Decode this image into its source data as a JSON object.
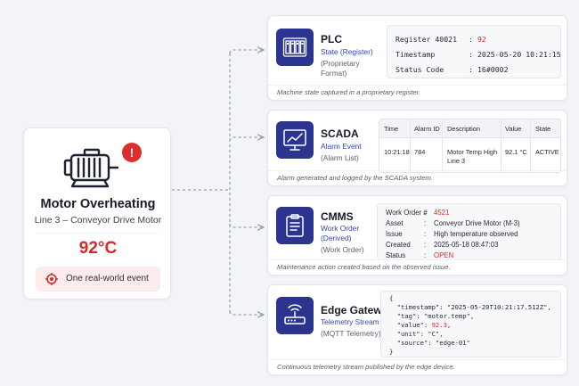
{
  "event": {
    "title": "Motor Overheating",
    "subtitle": "Line 3 – Conveyor Drive Motor",
    "temperature": "92°C",
    "alert_glyph": "!",
    "pill_label": "One real-world event",
    "icons": {
      "motor": "electric-motor-icon",
      "alert": "alert-icon",
      "target": "target-icon"
    }
  },
  "systems": {
    "plc": {
      "name": "PLC",
      "type": "State (Register)",
      "format_line1": "(Proprietary",
      "format_line2": "Format)",
      "icon": "plc-rack-icon",
      "rows": [
        {
          "key": "Register 40021",
          "sep": ":",
          "value": "92"
        },
        {
          "key": "Timestamp",
          "sep": ":",
          "value": "2025-05-20 10:21:15"
        },
        {
          "key": "Status Code",
          "sep": ":",
          "value": "16#0002"
        }
      ],
      "caption": "Machine state captured in a proprietary register."
    },
    "scada": {
      "name": "SCADA",
      "type": "Alarm Event",
      "format": "(Alarm List)",
      "icon": "monitor-trend-icon",
      "columns": [
        "Time",
        "Alarm ID",
        "Description",
        "Value",
        "State"
      ],
      "row": {
        "time": "10:21:18",
        "alarm_id": "784",
        "description_line1": "Motor Temp High",
        "description_line2": "Line 3",
        "value": "92.1 °C",
        "state": "ACTIVE"
      },
      "caption": "Alarm generated and logged by the SCADA system."
    },
    "cmms": {
      "name": "CMMS",
      "type_line1": "Work Order",
      "type_line2": "(Derived)",
      "format": "(Work Order)",
      "icon": "clipboard-icon",
      "rows": [
        {
          "key": "Work Order #",
          "sep": ":",
          "value": "4521"
        },
        {
          "key": "Asset",
          "sep": ":",
          "value": "Conveyor Drive Motor (M-3)"
        },
        {
          "key": "Issue",
          "sep": ":",
          "value": "High temperature observed"
        },
        {
          "key": "Created",
          "sep": ":",
          "value": "2025-05-18 08:47:03"
        },
        {
          "key": "Status",
          "sep": ":",
          "value": "OPEN"
        }
      ],
      "caption": "Maintenance action created based on the observed issue."
    },
    "edge": {
      "name": "Edge Gateway",
      "type": "Telemetry Stream",
      "format": "(MQTT Telemetry)",
      "icon": "router-icon",
      "json_lines": [
        "{",
        "  \"timestamp\": \"2025-05-20T10:21:17.512Z\",",
        "  \"tag\": \"motor.temp\",",
        "  \"unit\": \"C\",",
        "  \"source\": \"edge-01\"",
        "}"
      ],
      "json_value_key": "  \"value\": ",
      "json_value": "92.3",
      "json_value_tail": ",",
      "caption": "Continuous telemetry stream published by the edge device."
    }
  },
  "colors": {
    "accent": "#2b3590",
    "alert": "#d42a2a",
    "link": "#3046b8",
    "connector": "#9aa1ae"
  }
}
